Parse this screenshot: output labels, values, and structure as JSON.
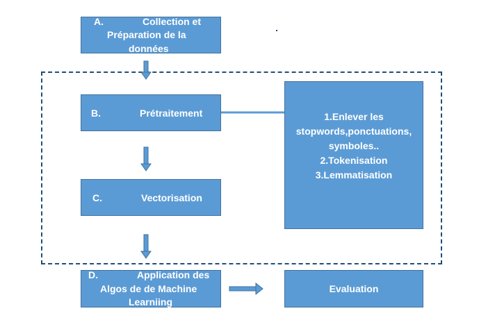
{
  "steps": {
    "a": {
      "letter": "A.",
      "line1": "Collection et",
      "line2": "Préparation de la",
      "line3": "données"
    },
    "b": {
      "letter": "B.",
      "label": "Prétraitement"
    },
    "c": {
      "letter": "C.",
      "label": "Vectorisation"
    },
    "d": {
      "letter": "D.",
      "line1": "Application des",
      "line2": "Algos de de Machine",
      "line3": "Learniing"
    }
  },
  "preprocessing_details": [
    "1.Enlever les",
    "stopwords,ponctuations,",
    "symboles..",
    "2.Tokenisation",
    "3.Lemmatisation"
  ],
  "evaluation": {
    "label": "Evaluation"
  },
  "colors": {
    "box_fill": "#5b9bd5",
    "box_border": "#41719c",
    "text": "#ffffff",
    "dashed_border": "#1f4e79"
  }
}
